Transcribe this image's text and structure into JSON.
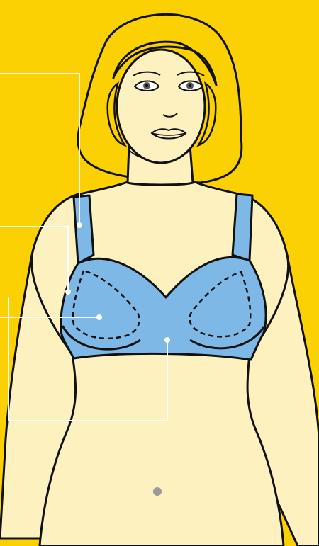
{
  "figure": {
    "background": "#FCD103",
    "skin": "#FEF1C0",
    "bra": "#7DB8E6",
    "outline": "#111111",
    "callout_line": "#FFFFFF",
    "navel": "#9A9A9A"
  },
  "callouts": [
    {
      "id": "strap"
    },
    {
      "id": "side-panel"
    },
    {
      "id": "cup"
    },
    {
      "id": "center-band"
    }
  ]
}
